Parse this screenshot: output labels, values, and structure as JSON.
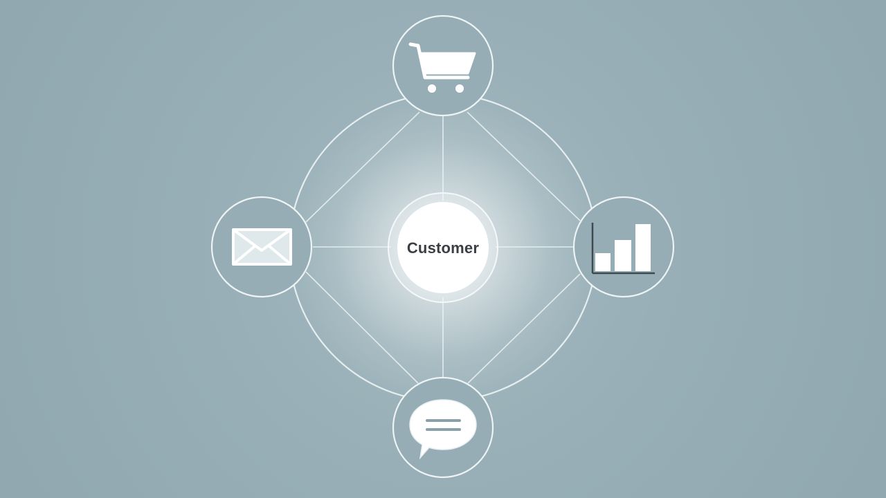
{
  "diagram": {
    "center_label": "Customer",
    "nodes": [
      {
        "name": "shopping-cart",
        "icon": "shopping-cart-icon"
      },
      {
        "name": "email",
        "icon": "envelope-icon"
      },
      {
        "name": "analytics",
        "icon": "bar-chart-icon"
      },
      {
        "name": "chat",
        "icon": "speech-bubble-icon"
      }
    ],
    "colors": {
      "background": "#93abb3",
      "line": "#eef4f5",
      "center_fill": "#ffffff",
      "center_text": "#3a3f44"
    }
  }
}
